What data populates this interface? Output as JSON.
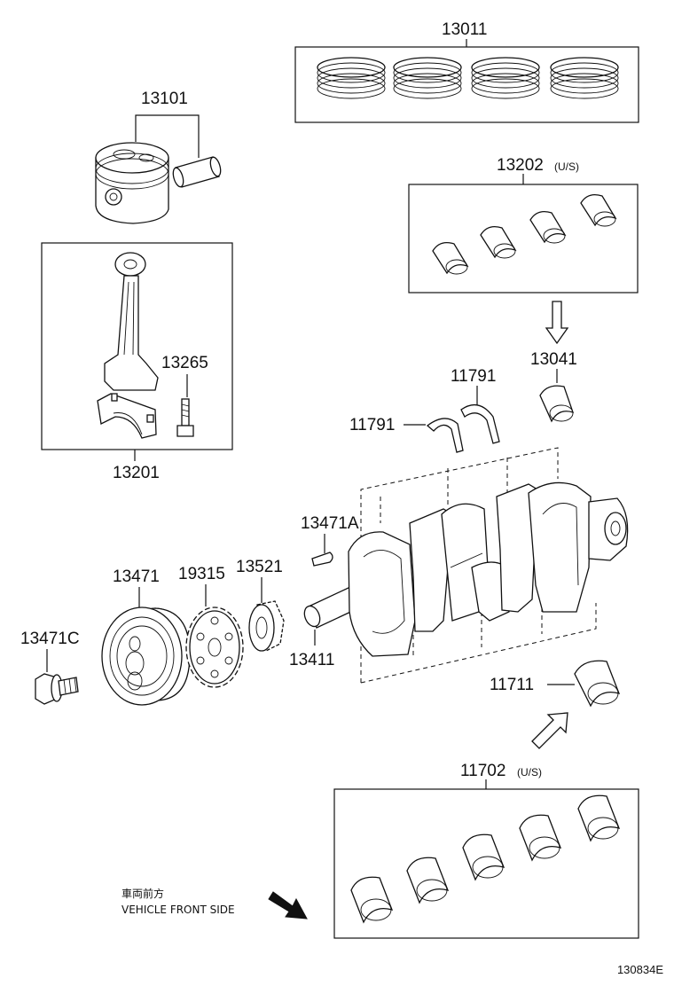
{
  "labels": {
    "p13011": "13011",
    "p13101": "13101",
    "p13202": "13202",
    "p13202_suffix": "(U/S)",
    "p13265": "13265",
    "p13201": "13201",
    "p13041": "13041",
    "p11791_top": "11791",
    "p11791_left": "11791",
    "p13471A": "13471A",
    "p13471": "13471",
    "p19315": "19315",
    "p13521": "13521",
    "p13411": "13411",
    "p13471C": "13471C",
    "p11711": "11711",
    "p11702": "11702",
    "p11702_suffix": "(U/S)"
  },
  "notes": {
    "direction_jp": "車両前方",
    "direction_en": "VEHICLE FRONT SIDE",
    "illustration_number": "130834E"
  }
}
